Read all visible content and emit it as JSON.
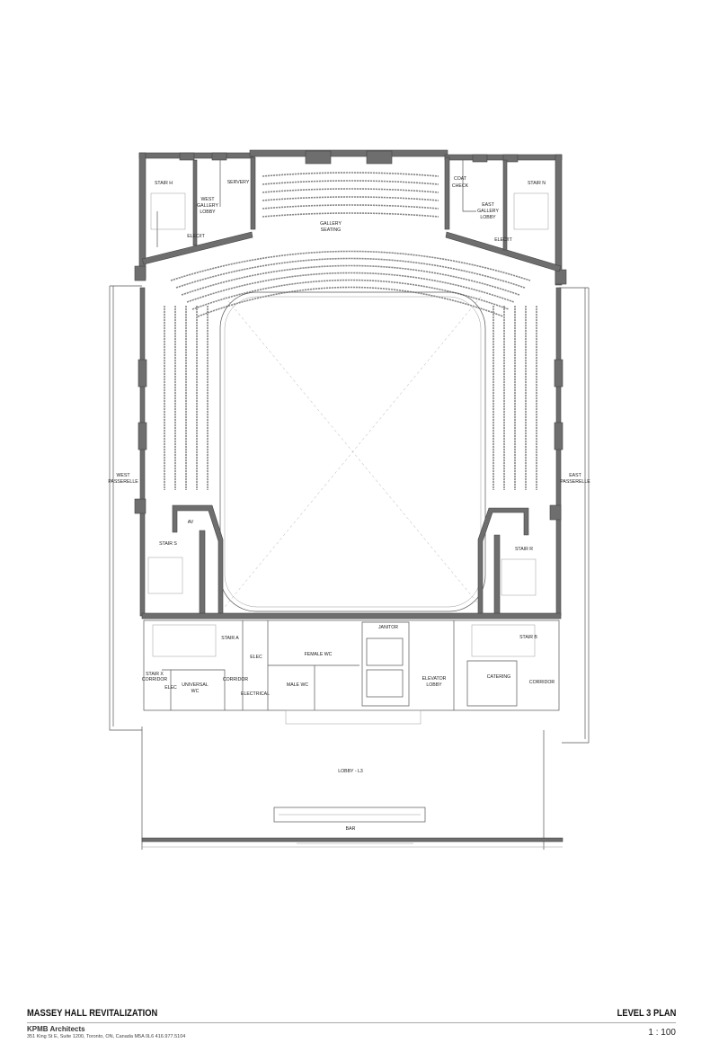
{
  "drawing": {
    "rooms": {
      "stair_h": "STAIR H",
      "west_gallery_lobby": [
        "WEST",
        "GALLERY",
        "LOBBY"
      ],
      "servery": "SERVERY",
      "gallery_seating": [
        "GALLERY",
        "SEATING"
      ],
      "coat_check": [
        "COAT",
        "CHECK"
      ],
      "east_gallery_lobby": [
        "EAST",
        "GALLERY",
        "LOBBY"
      ],
      "stair_n": "STAIR N",
      "elec_it_west": "ELEC/IT",
      "elec_it_east": "ELEC/IT",
      "west_passerelle": [
        "WEST",
        "PASSERELLE"
      ],
      "east_passerelle": [
        "EAST",
        "PASSERELLE"
      ],
      "av": "AV",
      "stair_s": "STAIR S",
      "stair_r": "STAIR R",
      "stair_a": "STAIR A",
      "elec_upper": "ELEC",
      "female_wc": "FEMALE WC",
      "janitor": "JANITOR",
      "stair_x_corridor": [
        "STAIR X",
        "CORRIDOR"
      ],
      "elec_lower": "ELEC",
      "universal_wc": [
        "UNIVERSAL",
        "WC"
      ],
      "corridor_west": "CORRIDOR",
      "electrical": "ELECTRICAL",
      "male_wc": "MALE WC",
      "elevator_lobby": [
        "ELEVATOR",
        "LOBBY"
      ],
      "stair_b": "STAIR B",
      "catering": "CATERING",
      "corridor_east": "CORRIDOR",
      "lobby": "LOBBY - L3",
      "bar": "BAR"
    }
  },
  "title_block": {
    "project": "MASSEY HALL REVITALIZATION",
    "sheet": "LEVEL 3 PLAN",
    "firm": "KPMB Architects",
    "address": "351 King St E, Suite 1200, Toronto, ON, Canada M5A 0L6  416.977.5104",
    "scale": "1 : 100"
  }
}
